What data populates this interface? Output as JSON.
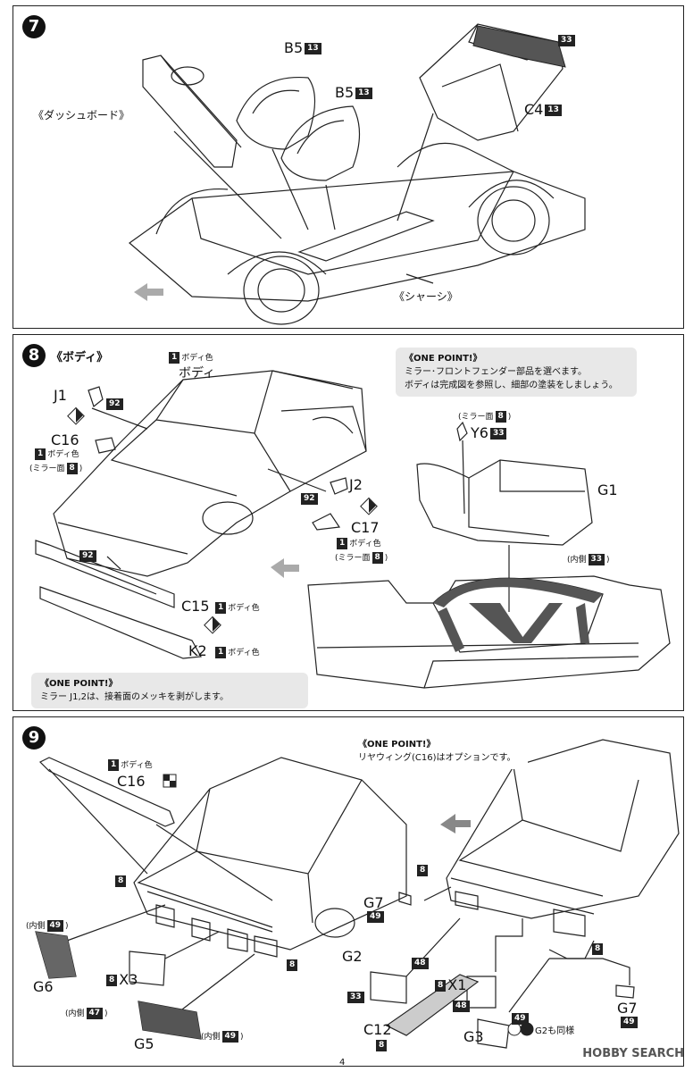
{
  "page_number": "4",
  "watermark": "HOBBY SEARCH",
  "step7": {
    "num": "7",
    "dashboard": "《ダッシュボード》",
    "chassis": "《シャーシ》",
    "seat1": "B5",
    "seat1_box": "13",
    "seat2": "B5",
    "seat2_box": "13",
    "rear_seat": "C4",
    "rear_seat_box": "13",
    "rear_color_box": "33"
  },
  "step8": {
    "num": "8",
    "title": "《ボディ》",
    "body_color_box": "1",
    "body_color_text": "ボディ色",
    "body_label": "ボディ",
    "j1": "J1",
    "j1_box": "92",
    "c16": "C16",
    "c16_box": "1",
    "c16_color": "ボディ色",
    "c16_mirror": "(ミラー面",
    "c16_mirror_box": "8",
    "c16_mirror_end": ")",
    "j2": "J2",
    "j2_box": "92",
    "c17": "C17",
    "c17_box": "1",
    "c17_color": "ボディ色",
    "c17_mirror": "(ミラー面",
    "c17_mirror_box": "8",
    "c17_mirror_end": ")",
    "grille_box": "92",
    "c15": "C15",
    "c15_box": "1",
    "c15_color": "ボディ色",
    "k2": "K2",
    "k2_box": "1",
    "k2_color": "ボディ色",
    "onepoint1_head": "《ONE POINT!》",
    "onepoint1_line1": "ミラー･フロントフェンダー部品を選べます。",
    "onepoint1_line2": "ボディは完成図を参照し、細部の塗装をしましょう。",
    "y6_mirror": "(ミラー面",
    "y6_mirror_box": "8",
    "y6_mirror_end": ")",
    "y6": "Y6",
    "y6_box": "33",
    "g1": "G1",
    "inner": "(内側",
    "inner_box": "33",
    "inner_end": ")",
    "onepoint2_head": "《ONE POINT!》",
    "onepoint2_line1": "ミラー J1,2は、接着面のメッキを剥がします。"
  },
  "step9": {
    "num": "9",
    "c16_box": "1",
    "c16_color": "ボディ色",
    "c16": "C16",
    "onepoint_head": "《ONE POINT!》",
    "onepoint_line1": "リヤウィング(C16)はオプションです。",
    "box8a": "8",
    "box8b": "8",
    "box8c": "8",
    "box8d": "8",
    "x3": "X3",
    "x3_box": "8",
    "g6_inner": "(内側",
    "g6_inner_box": "49",
    "g6_inner_end": ")",
    "g6": "G6",
    "g5_inner_a": "(内側",
    "g5_inner_a_box": "47",
    "g5_inner_a_end": ")",
    "g5": "G5",
    "g5_inner_b": "(内側",
    "g5_inner_b_box": "49",
    "g5_inner_b_end": ")",
    "g7a": "G7",
    "g7a_box": "49",
    "g2": "G2",
    "g2_box": "48",
    "x1": "X1",
    "x1_box": "8",
    "c12": "C12",
    "c12_box_a": "33",
    "c12_box_b": "8",
    "g3": "G3",
    "g3_box_a": "48",
    "g3_box_b": "49",
    "g2_same": "G2も同様",
    "g7b": "G7",
    "g7b_box": "49"
  }
}
